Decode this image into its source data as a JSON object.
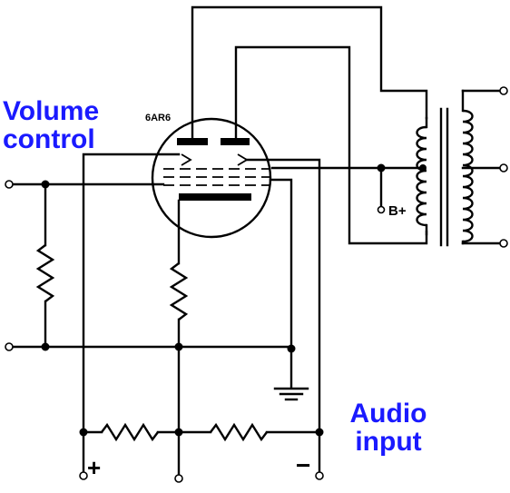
{
  "labels": {
    "volume_line1": "Volume",
    "volume_line2": "control",
    "audio_line1": "Audio",
    "audio_line2": "input",
    "tube": "6AR6",
    "b_plus": "B+",
    "plus": "+",
    "minus": "−"
  },
  "colors": {
    "annotation": "#1a1aff",
    "ink": "#000000"
  }
}
